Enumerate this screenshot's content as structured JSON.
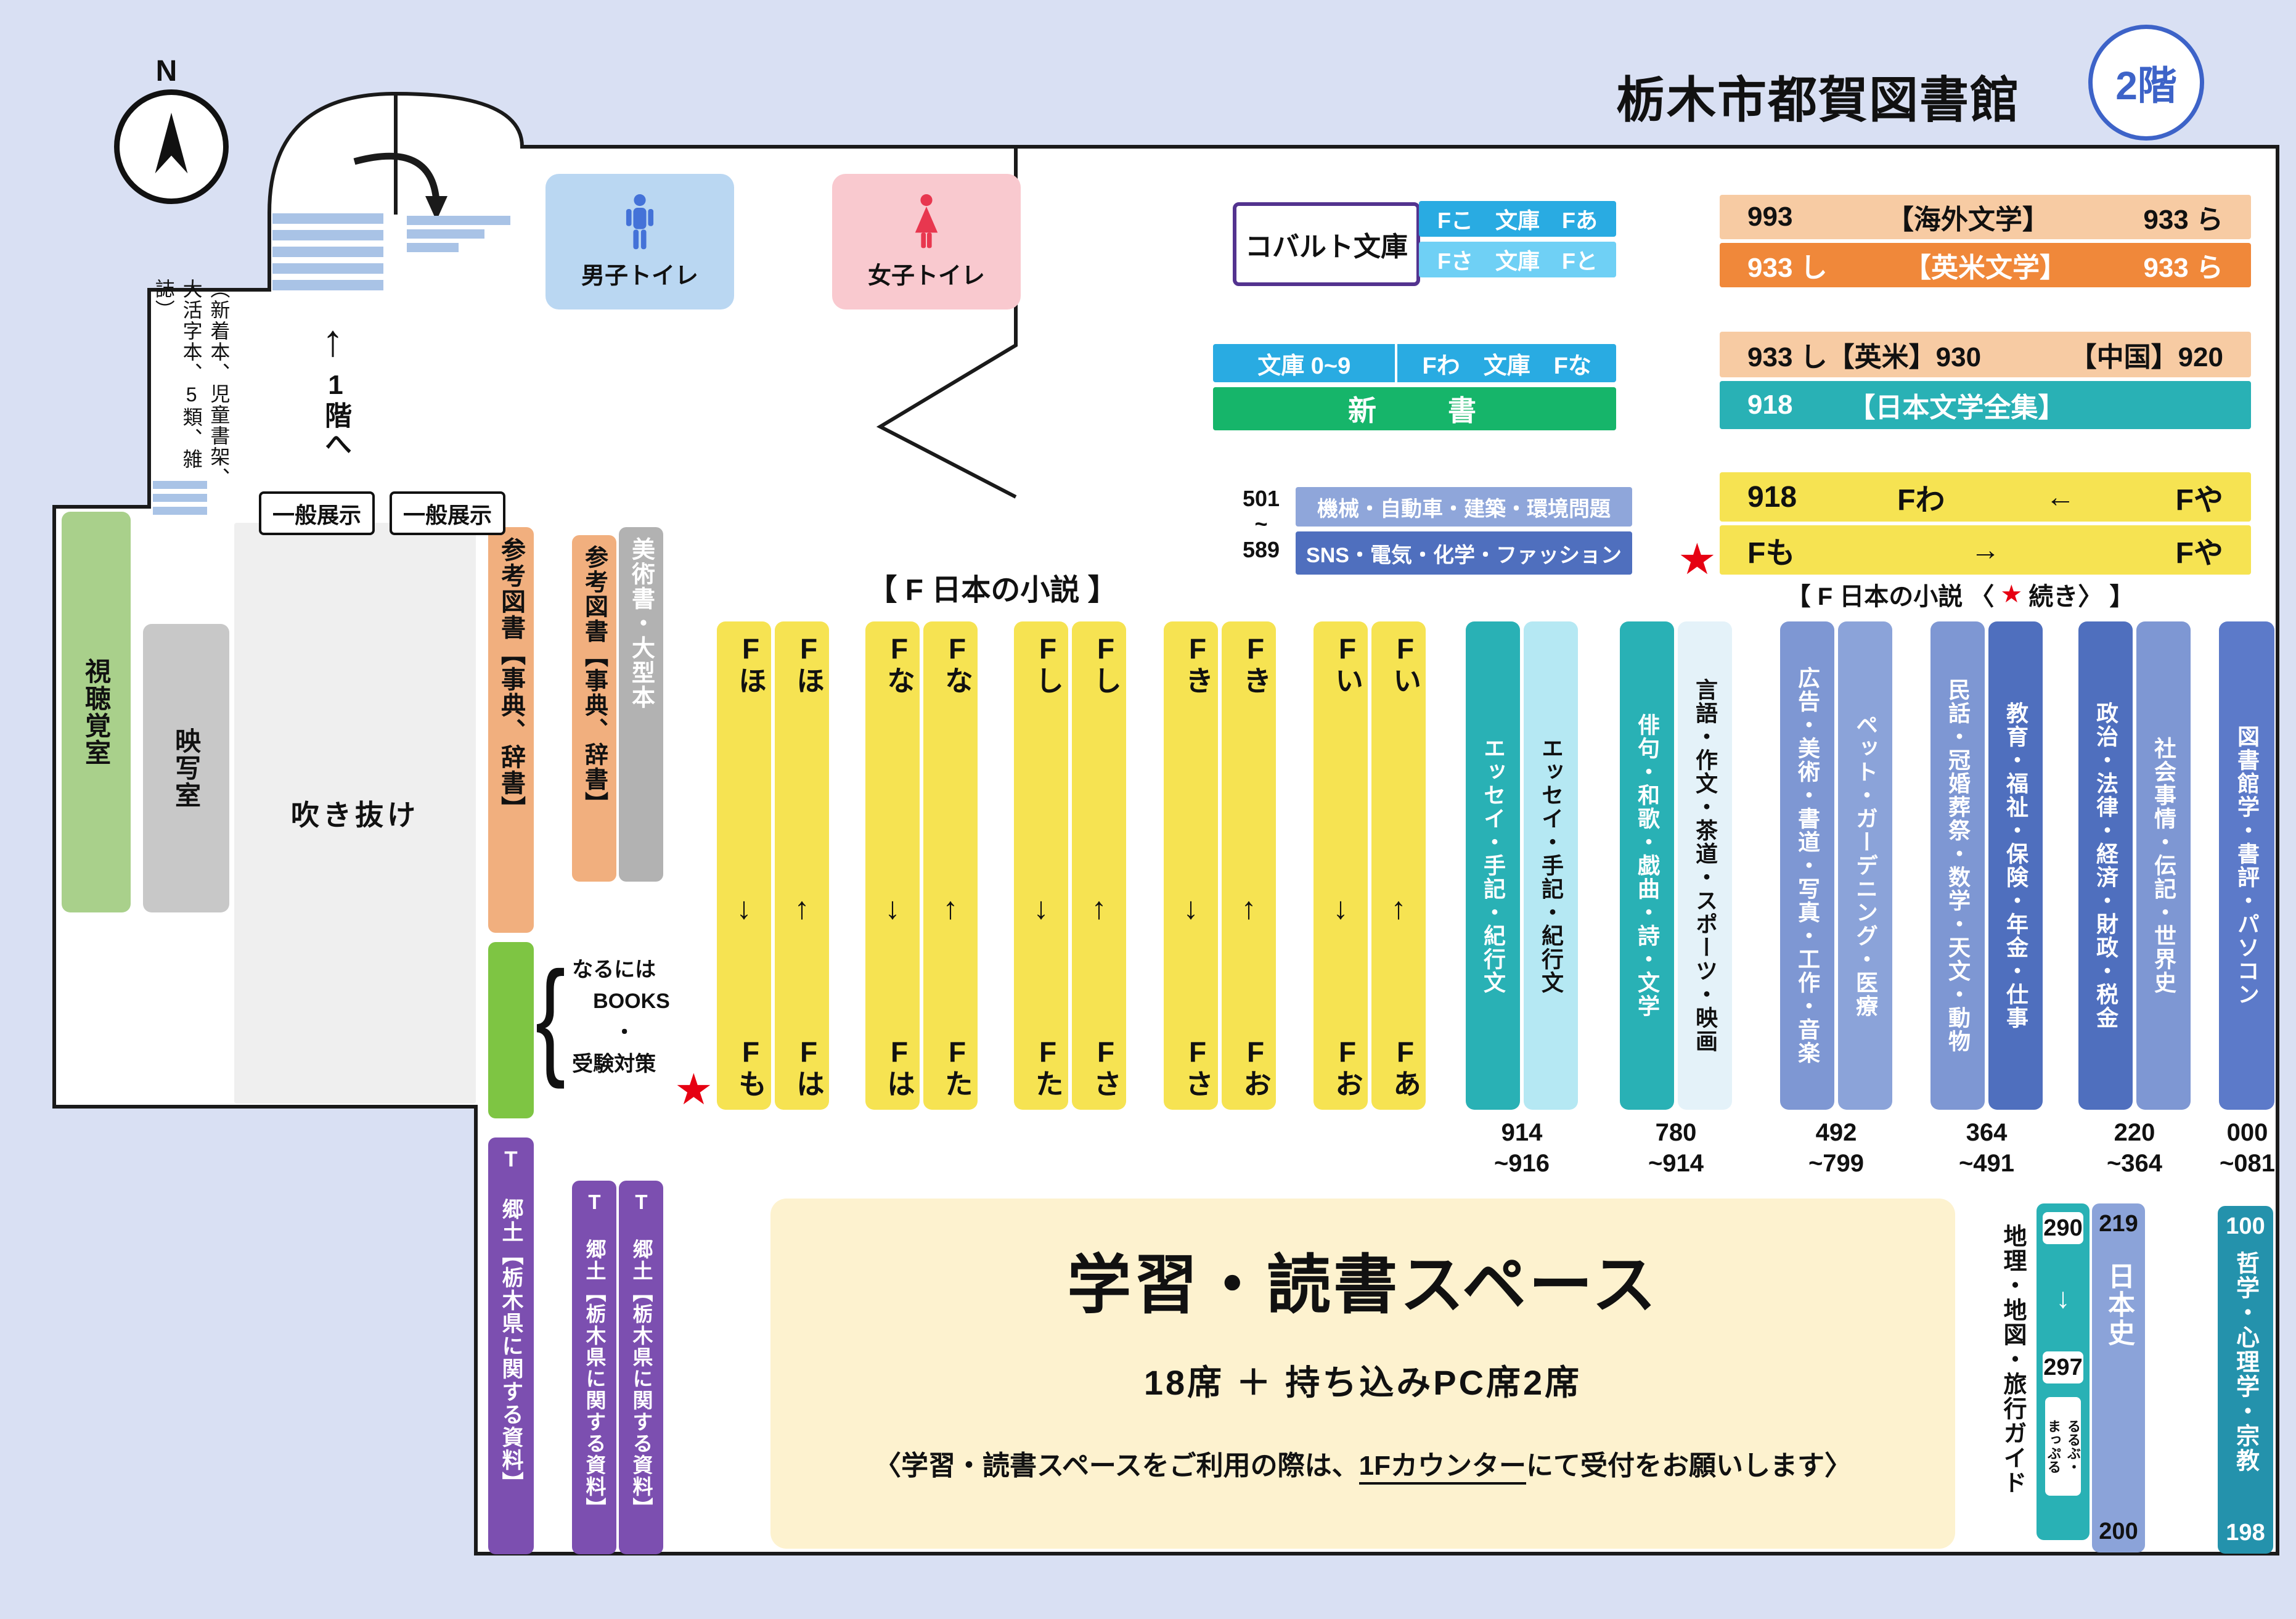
{
  "colors": {
    "background": "#d9e0f3",
    "floor": "#ffffff",
    "wall": "#1a1a1a",
    "fiction_yellow": "#f6e352",
    "bright_blue": "#29abe2",
    "light_blue": "#6fd0f5",
    "green_shinsho": "#16b56a",
    "orange_light": "#f7cba3",
    "orange_dark": "#f0883a",
    "teal": "#29b1b5",
    "light_cyan": "#b5e8f3",
    "periwinkle": "#7e97d3",
    "dark_blue": "#4f6fbe",
    "purple_local": "#7c4fb0",
    "orange_ref": "#f1af7e",
    "green_career": "#7ec543",
    "green_av": "#a9d08b",
    "cream_study": "#fdf2cf",
    "red_star": "#e60012",
    "badge_blue": "#3d63c8"
  },
  "meta": {
    "library_title": "栃木市都賀図書館",
    "floor_badge": "2階",
    "compass_n": "N"
  },
  "stairs": {
    "up_arrow": "↑",
    "to_first_floor": "1階へ"
  },
  "corridor_note": "（新着本、児童書架、大活字本、5類、雑誌）",
  "general_display": {
    "label": "一般展示"
  },
  "rooms": {
    "audiovisual": "視聴覚室",
    "projection": "映写室",
    "atrium": "吹き抜け",
    "mens_toilet": "男子トイレ",
    "womens_toilet": "女子トイレ"
  },
  "top_bars": {
    "cobalt": "コバルト文庫",
    "fko": "Fこ　文庫　Fあ",
    "fsa": "Fさ　文庫　Fと",
    "bunko_left": "文庫 0~9",
    "bunko_right": "Fわ　文庫　Fな",
    "shinsho": "新　　書",
    "kaigai": {
      "l": "993",
      "m": "【海外文学】",
      "r": "933 ら"
    },
    "eibei": {
      "l": "933 し",
      "m": "【英米文学】",
      "r": "933 ら"
    },
    "chugoku": {
      "l": "933 し【英米】930",
      "r": "【中国】920"
    },
    "zenshu": {
      "l": "918",
      "r": "【日本文学全集】"
    },
    "fwa": {
      "a": "918",
      "b": "Fわ",
      "c": "←",
      "d": "Fや"
    },
    "fmo": {
      "a": "Fも",
      "b": "→",
      "c": "Fや"
    },
    "range_501": "501\n~\n589",
    "kikai": "機械・自動車・建築・環境問題",
    "sns": "SNS・電気・化学・ファッション",
    "f_main_label": "【 F 日本の小説 】",
    "f_cont": {
      "pre": "【 F 日本の小説 〈",
      "star": "★",
      "post": "続き〉 】"
    }
  },
  "star_marker": "★",
  "yellow_shelves": [
    {
      "top": "Fほ",
      "arrow": "↓",
      "bottom": "Fも"
    },
    {
      "top": "Fほ",
      "arrow": "↑",
      "bottom": "Fは"
    },
    {
      "top": "Fな",
      "arrow": "↓",
      "bottom": "Fは"
    },
    {
      "top": "Fな",
      "arrow": "↑",
      "bottom": "Fた"
    },
    {
      "top": "Fし",
      "arrow": "↓",
      "bottom": "Fた"
    },
    {
      "top": "Fし",
      "arrow": "↑",
      "bottom": "Fさ"
    },
    {
      "top": "Fき",
      "arrow": "↓",
      "bottom": "Fさ"
    },
    {
      "top": "Fき",
      "arrow": "↑",
      "bottom": "Fお"
    },
    {
      "top": "Fい",
      "arrow": "↓",
      "bottom": "Fお"
    },
    {
      "top": "Fい",
      "arrow": "↑",
      "bottom": "Fあ"
    }
  ],
  "subject_shelves": [
    {
      "label": "エッセイ・手記・紀行文"
    },
    {
      "label": "エッセイ・手記・紀行文"
    },
    {
      "label": "俳句・和歌・戯曲・詩・文学"
    },
    {
      "label": "言語・作文・茶道・スポーツ・映画"
    },
    {
      "label": "広告・美術・書道・写真・工作・音楽"
    },
    {
      "label": "ペット・ガーデニング・医療"
    },
    {
      "label": "民話・冠婚葬祭・数学・天文・動物"
    },
    {
      "label": "教育・福祉・保険・年金・仕事"
    },
    {
      "label": "政治・法律・経済・財政・税金"
    },
    {
      "label": "社会事情・伝記・世界史"
    },
    {
      "label": "図書館学・書評・パソコン"
    }
  ],
  "ranges": [
    {
      "a": "914",
      "b": "~916"
    },
    {
      "a": "780",
      "b": "~914"
    },
    {
      "a": "492",
      "b": "~799"
    },
    {
      "a": "364",
      "b": "~491"
    },
    {
      "a": "220",
      "b": "~364"
    },
    {
      "a": "000",
      "b": "~081"
    }
  ],
  "left_shelves": {
    "reference": "参考図書【事典、辞書】",
    "art": "美術書・大型本",
    "career": "なるには\n　BOOKS\n　　・\n受験対策",
    "local": "T 郷土【栃木県に関する資料】"
  },
  "study": {
    "title": "学習・読書スペース",
    "seats": "18席 ＋ 持ち込みPC席2席",
    "note_pre": "〈学習・読書スペースをご利用の際は、",
    "note_underline": "1Fカウンター",
    "note_post": "にて受付をお願いします〉"
  },
  "bottom_right": {
    "geography": "地理・地図・旅行ガイド",
    "n290": "290",
    "down_arrow": "↓",
    "n297": "297",
    "rurubu": "るるぶ・\nまっぷる",
    "n219": "219",
    "japan_history": "日本史",
    "n200": "200",
    "n100": "100",
    "philosophy": "哲学・心理学・宗教",
    "n198": "198"
  }
}
